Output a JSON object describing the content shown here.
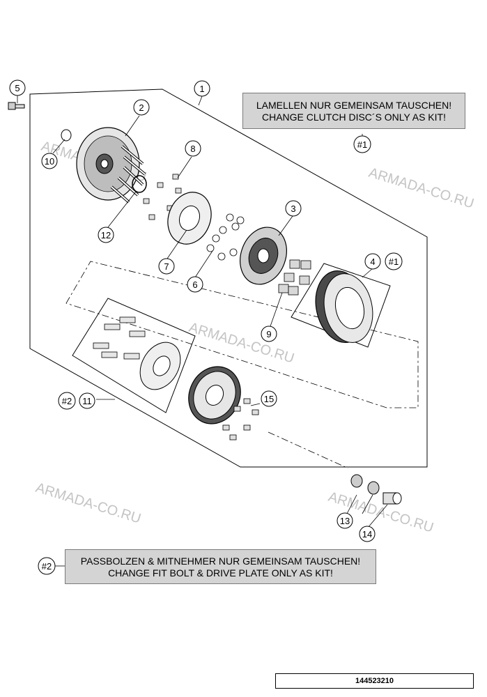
{
  "callouts": [
    "1",
    "2",
    "3",
    "4",
    "5",
    "6",
    "7",
    "8",
    "9",
    "10",
    "11",
    "12",
    "13",
    "14",
    "15"
  ],
  "kit_refs": {
    "kit1": "#1",
    "kit2": "#2"
  },
  "notes": {
    "top": {
      "de": "LAMELLEN NUR GEMEINSAM TAUSCHEN!",
      "en": "CHANGE CLUTCH DISC´S ONLY AS KIT!"
    },
    "bottom": {
      "de": "PASSBOLZEN & MITNEHMER NUR GEMEINSAM TAUSCHEN!",
      "en": "CHANGE FIT BOLT & DRIVE PLATE ONLY AS KIT!"
    }
  },
  "watermark": "ARMADA-CO.RU",
  "part_number": "144523210",
  "colors": {
    "line": "#000000",
    "note_bg": "#d4d4d4",
    "watermark": "#c4c4c4",
    "part_fill": "#e6e6e6",
    "part_dark": "#555555"
  }
}
